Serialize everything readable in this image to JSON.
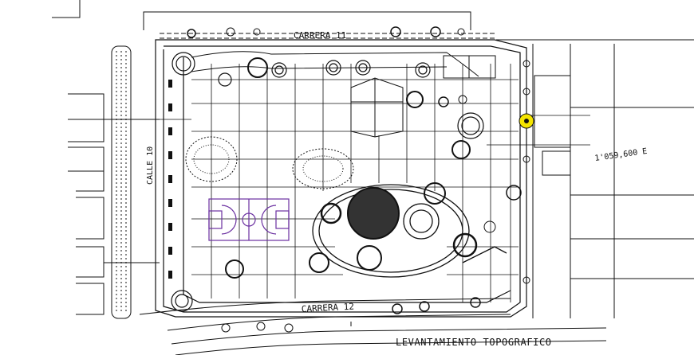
{
  "labels": {
    "street_top": "CARRERA 11",
    "street_left": "CALLE 10",
    "street_bottom": "CARRERA 12",
    "coordinate": "1'059,600 E",
    "drawing_title": "LEVANTAMIENTO TOPOGRAFICO"
  },
  "colors": {
    "line": "#111111",
    "court": "#6a2fa0",
    "marker": "#f4e400"
  }
}
